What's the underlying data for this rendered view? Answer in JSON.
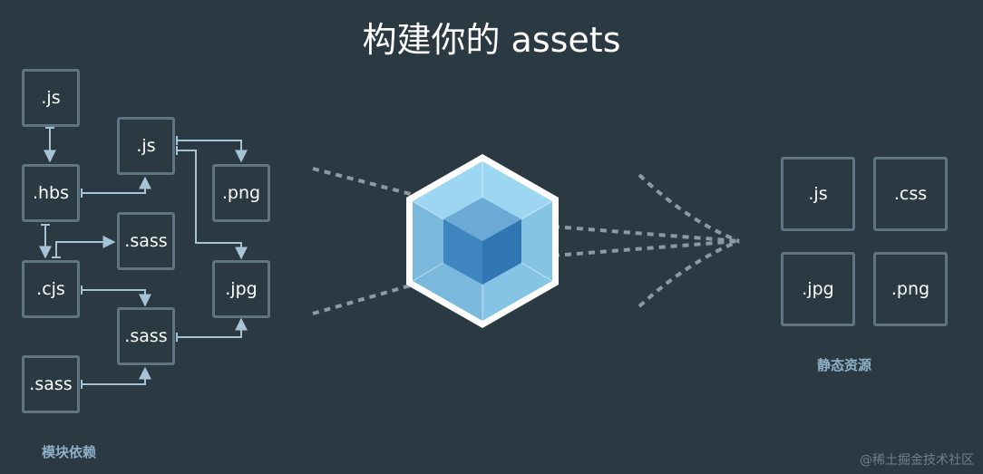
{
  "title": "构建你的 assets",
  "left": {
    "caption": "模块依赖",
    "nodes": [
      ".js",
      ".hbs",
      ".cjs",
      ".sass",
      ".js",
      ".png",
      ".sass",
      ".jpg",
      ".sass"
    ]
  },
  "right": {
    "caption": "静态资源",
    "nodes": [
      ".js",
      ".css",
      ".jpg",
      ".png"
    ]
  },
  "watermark": "@稀土掘金技术社区",
  "colors": {
    "background": "#2b3a42",
    "node_border": "#5f7582",
    "arrow": "#a6c4d6",
    "cube_outer": "#8ed6fb",
    "cube_inner": "#1c78c0",
    "caption": "#8fb0c8"
  }
}
